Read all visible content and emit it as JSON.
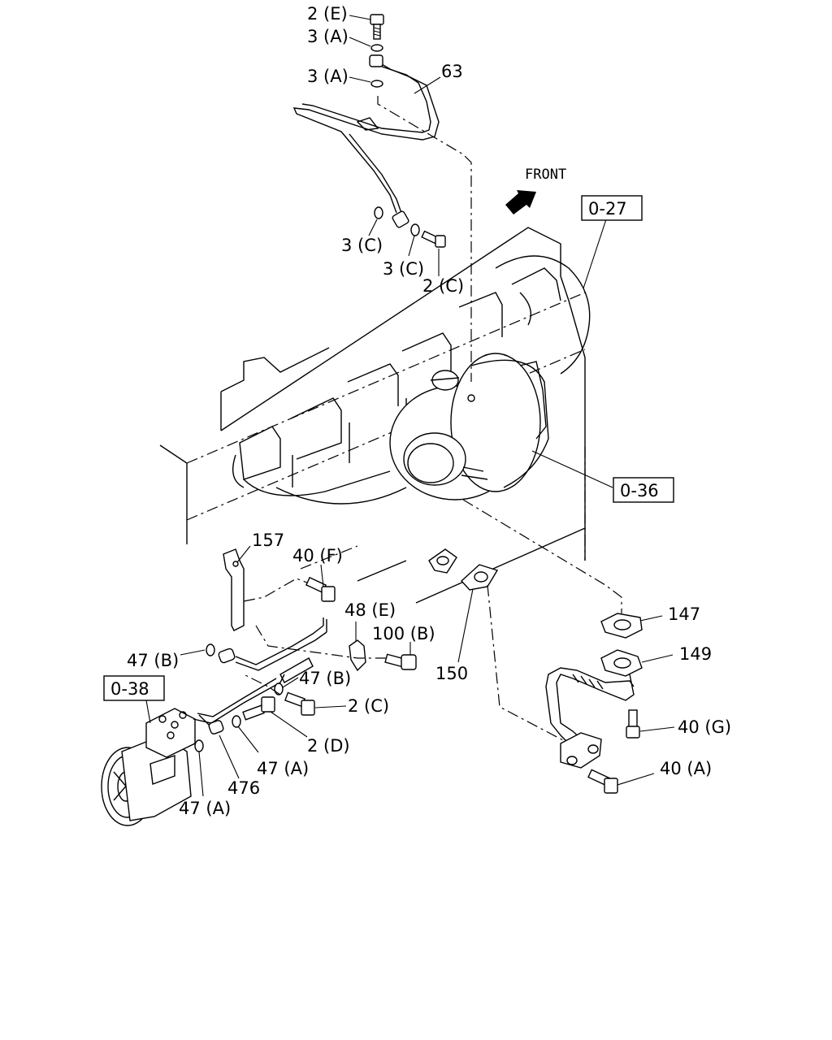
{
  "labels": {
    "l_2E": "2 (E)",
    "l_3A_top": "3 (A)",
    "l_3A_mid": "3 (A)",
    "l_63": "63",
    "l_front": "FRONT",
    "l_3C_a": "3 (C)",
    "l_3C_b": "3 (C)",
    "l_2C_top": "2 (C)",
    "l_157": "157",
    "l_40F": "40 (F)",
    "l_48E": "48 (E)",
    "l_100B": "100 (B)",
    "l_47B_left": "47 (B)",
    "l_47B_mid": "47 (B)",
    "l_2C_low": "2 (C)",
    "l_2D": "2 (D)",
    "l_47A_mid": "47 (A)",
    "l_476": "476",
    "l_47A_low": "47 (A)",
    "l_150": "150",
    "l_147": "147",
    "l_149": "149",
    "l_40G": "40 (G)",
    "l_40A": "40 (A)"
  },
  "refs": {
    "r_027": "0-27",
    "r_036": "0-36",
    "r_038": "0-38"
  }
}
